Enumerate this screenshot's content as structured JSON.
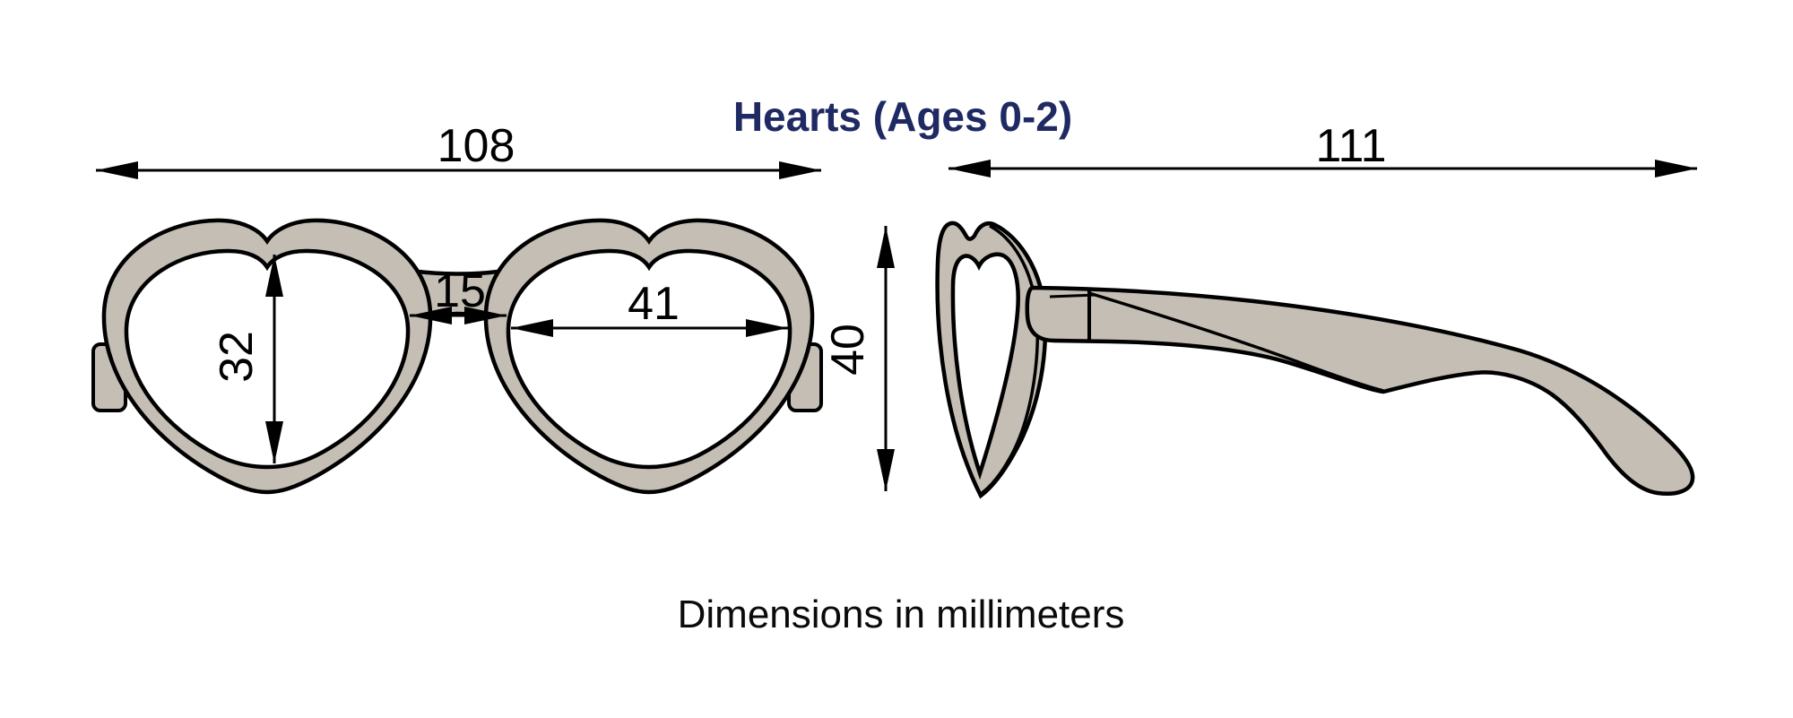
{
  "title": {
    "text": "Hearts (Ages 0-2)",
    "color": "#1f2a63"
  },
  "note": {
    "text": "Dimensions in millimeters"
  },
  "units": "mm",
  "colors": {
    "frame_fill": "#c4beb4",
    "outline": "#000000",
    "title_color": "#1f2a63"
  },
  "front_view": {
    "label": "heart-shaped glasses front view",
    "dimensions": {
      "total_width_mm": "108",
      "bridge_width_mm": "15",
      "lens_width_mm": "41",
      "lens_height_mm": "32",
      "frame_height_mm": "40"
    }
  },
  "side_view": {
    "label": "glasses side view",
    "dimensions": {
      "temple_length_mm": "111"
    }
  }
}
